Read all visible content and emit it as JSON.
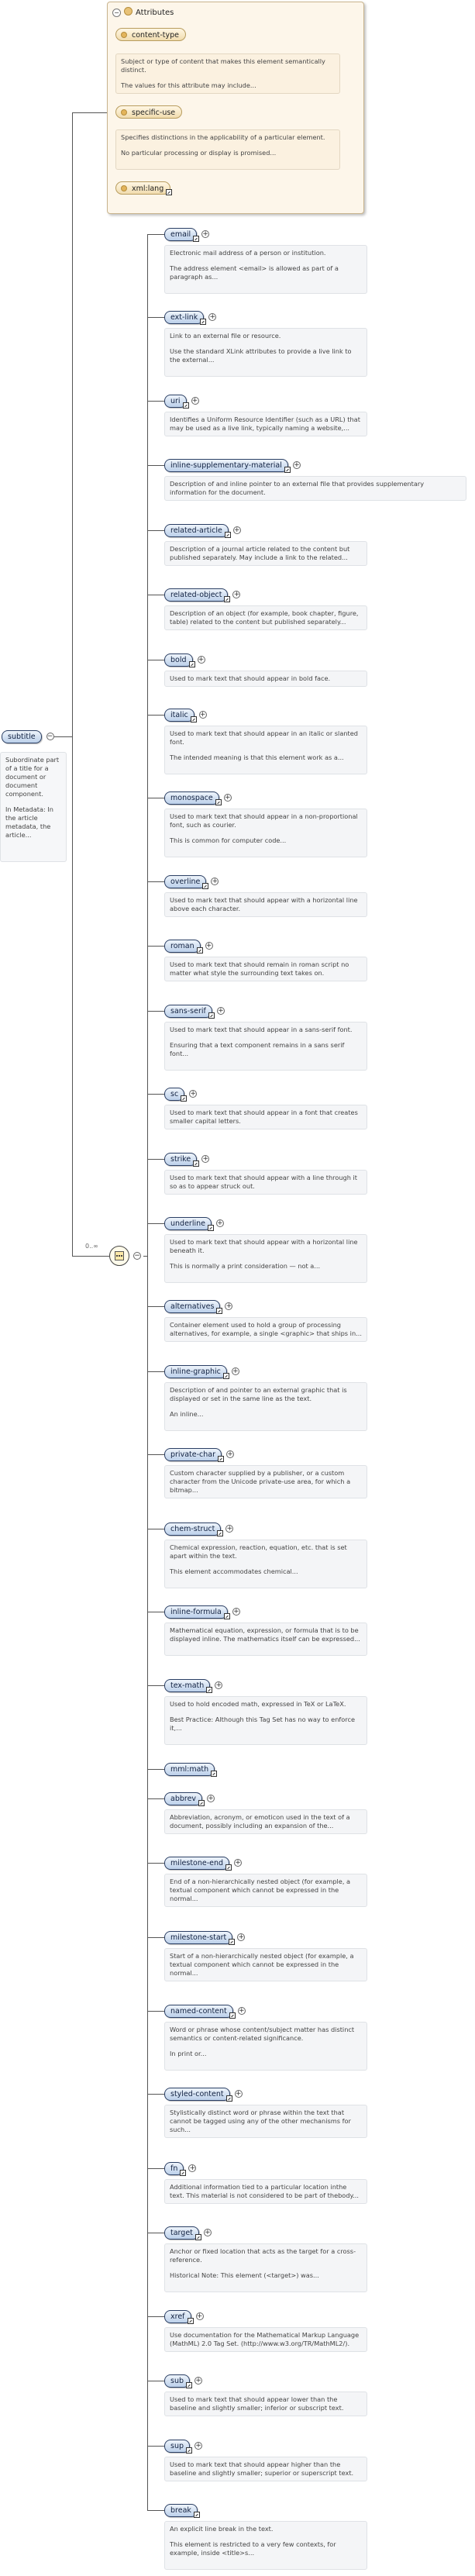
{
  "attributes": {
    "title": "Attributes",
    "items": [
      {
        "name": "content-type",
        "desc": [
          "Subject or type of content that makes this element semantically distinct.",
          "The values for this attribute may include..."
        ]
      },
      {
        "name": "specific-use",
        "desc": [
          "Specifies distinctions in the applicability of a particular element.",
          "No particular processing or display is promised..."
        ]
      },
      {
        "name": "xml:lang",
        "desc": []
      }
    ]
  },
  "root": {
    "name": "subtitle",
    "desc": [
      "Subordinate part of a title for a document or document component.",
      "In Metadata: In the article metadata, the article..."
    ]
  },
  "choice": {
    "cardinality": "0..∞"
  },
  "elements": [
    {
      "name": "email",
      "desc": [
        "Electronic mail address of a person or institution.",
        "The address element <email> is allowed as part of a paragraph as..."
      ]
    },
    {
      "name": "ext-link",
      "desc": [
        "Link to an external file or resource.",
        "Use the standard XLink attributes to provide a live link to the external..."
      ]
    },
    {
      "name": "uri",
      "desc": [
        "Identifies a Uniform Resource Identifier (such as a URL) that may be used as a live link, typically naming a website,..."
      ]
    },
    {
      "name": "inline-supplementary-material",
      "desc": [
        "Description of and inline pointer to an external file that provides supplementary information for the document."
      ]
    },
    {
      "name": "related-article",
      "desc": [
        "Description of a journal article related to the content but published separately. May include a link to the related..."
      ]
    },
    {
      "name": "related-object",
      "desc": [
        "Description of an object (for example, book chapter, figure, table) related to the content but published separately..."
      ]
    },
    {
      "name": "bold",
      "desc": [
        "Used to mark text that should appear in bold face."
      ]
    },
    {
      "name": "italic",
      "desc": [
        "Used to mark text that should appear in an italic or slanted font.",
        "The intended meaning is that this element work as a..."
      ]
    },
    {
      "name": "monospace",
      "desc": [
        "Used to mark text that should appear in a non-proportional font, such as courier.",
        "This is common for computer code..."
      ]
    },
    {
      "name": "overline",
      "desc": [
        "Used to mark text that should appear with a horizontal line above each character."
      ]
    },
    {
      "name": "roman",
      "desc": [
        "Used to mark text that should remain in roman script no matter what style the surrounding text takes on."
      ]
    },
    {
      "name": "sans-serif",
      "desc": [
        "Used to mark text that should appear in a sans-serif font.",
        "Ensuring that a text component remains in a sans serif font..."
      ]
    },
    {
      "name": "sc",
      "desc": [
        "Used to mark text that should appear in a font that creates smaller capital letters."
      ]
    },
    {
      "name": "strike",
      "desc": [
        "Used to mark text that should appear with a line through it so as to appear struck out."
      ]
    },
    {
      "name": "underline",
      "desc": [
        "Used to mark text that should appear with a horizontal line beneath it.",
        "This is normally a print consideration — not a..."
      ]
    },
    {
      "name": "alternatives",
      "desc": [
        "Container element used to hold a group of processing alternatives, for example, a single <graphic> that ships in..."
      ]
    },
    {
      "name": "inline-graphic",
      "desc": [
        "Description of and pointer to an external graphic that is displayed or set in the same line as the text.",
        "An inline..."
      ]
    },
    {
      "name": "private-char",
      "desc": [
        "Custom character supplied by a publisher, or a custom character from the Unicode private-use area, for which a bitmap..."
      ]
    },
    {
      "name": "chem-struct",
      "desc": [
        "Chemical expression, reaction, equation, etc. that is set apart within the text.",
        "This element accommodates chemical..."
      ]
    },
    {
      "name": "inline-formula",
      "desc": [
        "Mathematical equation, expression, or formula that is to be displayed inline. The mathematics itself can be expressed..."
      ]
    },
    {
      "name": "tex-math",
      "desc": [
        "Used to hold encoded math, expressed in TeX or LaTeX.",
        "Best Practice: Although this Tag Set has no way to enforce it,..."
      ]
    },
    {
      "name": "mml:math",
      "desc": []
    },
    {
      "name": "abbrev",
      "desc": [
        "Abbreviation, acronym, or emoticon used in the text of a document, possibly including an expansion of the..."
      ]
    },
    {
      "name": "milestone-end",
      "desc": [
        "End of a non-hierarchically nested object (for example, a textual component which cannot be expressed in the normal..."
      ]
    },
    {
      "name": "milestone-start",
      "desc": [
        "Start of a non-hierarchically nested object (for example, a textual component which cannot be expressed in the normal..."
      ]
    },
    {
      "name": "named-content",
      "desc": [
        "Word or phrase whose content/subject matter has distinct semantics or content-related significance.",
        "In print or..."
      ]
    },
    {
      "name": "styled-content",
      "desc": [
        "Stylistically distinct word or phrase within the text that cannot be tagged using any of the other mechanisms for such..."
      ]
    },
    {
      "name": "fn",
      "desc": [
        "Additional information tied to a particular location inthe text. This material is not considered to be part of thebody..."
      ]
    },
    {
      "name": "target",
      "desc": [
        "Anchor or fixed location that acts as the target for a cross-reference.",
        "Historical Note: This element (<target>) was..."
      ]
    },
    {
      "name": "xref",
      "desc": [
        "Use documentation for the Mathematical Markup Language (MathML) 2.0 Tag Set. (http://www.w3.org/TR/MathML2/)."
      ]
    },
    {
      "name": "sub",
      "desc": [
        "Used to mark text that should appear lower than the baseline and slightly smaller; inferior or subscript text."
      ]
    },
    {
      "name": "sup",
      "desc": [
        "Used to mark text that should appear higher than the baseline and slightly smaller; superior or superscript text."
      ]
    },
    {
      "name": "break",
      "desc": [
        "An explicit line break in the text.",
        "This element is restricted to a very few contexts, for example, inside <title>s..."
      ]
    }
  ]
}
